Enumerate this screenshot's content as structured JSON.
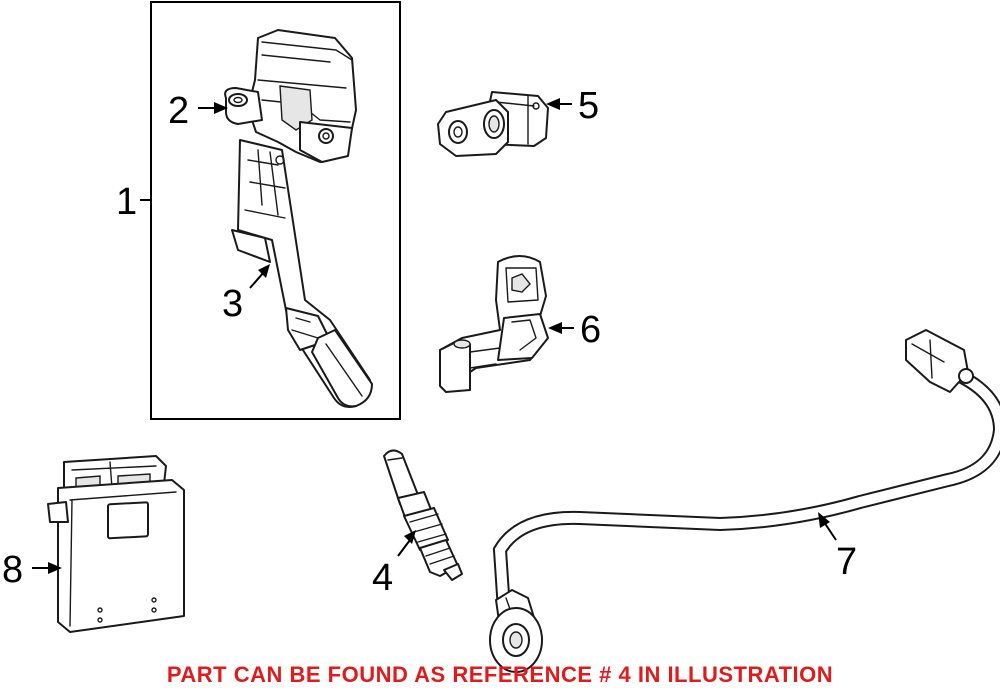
{
  "callouts": {
    "c1": "1",
    "c2": "2",
    "c3": "3",
    "c4": "4",
    "c5": "5",
    "c6": "6",
    "c7": "7",
    "c8": "8"
  },
  "note": "PART CAN BE FOUND AS REFERENCE # 4 IN ILLUSTRATION",
  "colors": {
    "note": "#e11b1b",
    "line": "#1a1a1a"
  }
}
